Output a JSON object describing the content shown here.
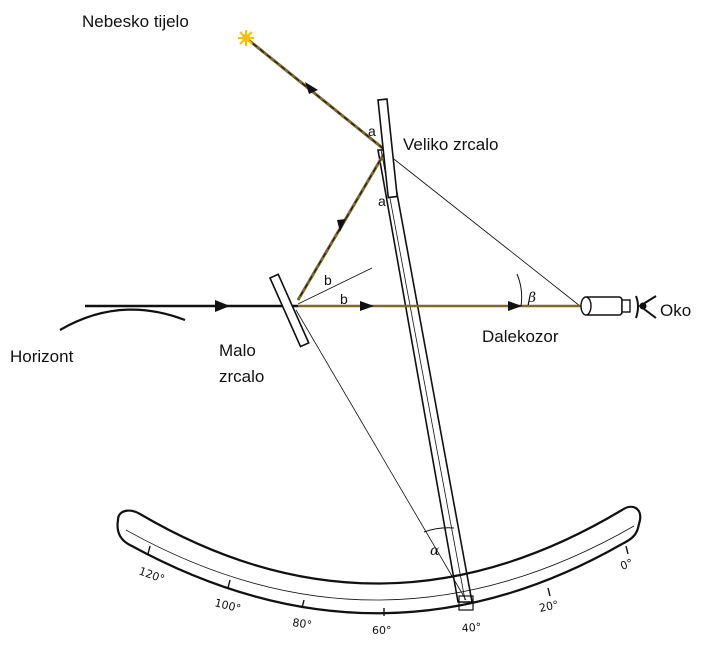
{
  "labels": {
    "celestial_body": "Nebesko tijelo",
    "large_mirror": "Veliko zrcalo",
    "small_mirror_line1": "Malo",
    "small_mirror_line2": "zrcalo",
    "horizon": "Horizont",
    "telescope": "Dalekozor",
    "eye": "Oko"
  },
  "angles": {
    "a": "a",
    "b": "b",
    "alpha": "α",
    "beta": "β"
  },
  "scale_labels": [
    "120°",
    "100°",
    "80°",
    "60°",
    "40°",
    "20°",
    "0°"
  ],
  "colors": {
    "line": "#111111",
    "ray": "#8a7a3a",
    "star": "#f2c200"
  }
}
